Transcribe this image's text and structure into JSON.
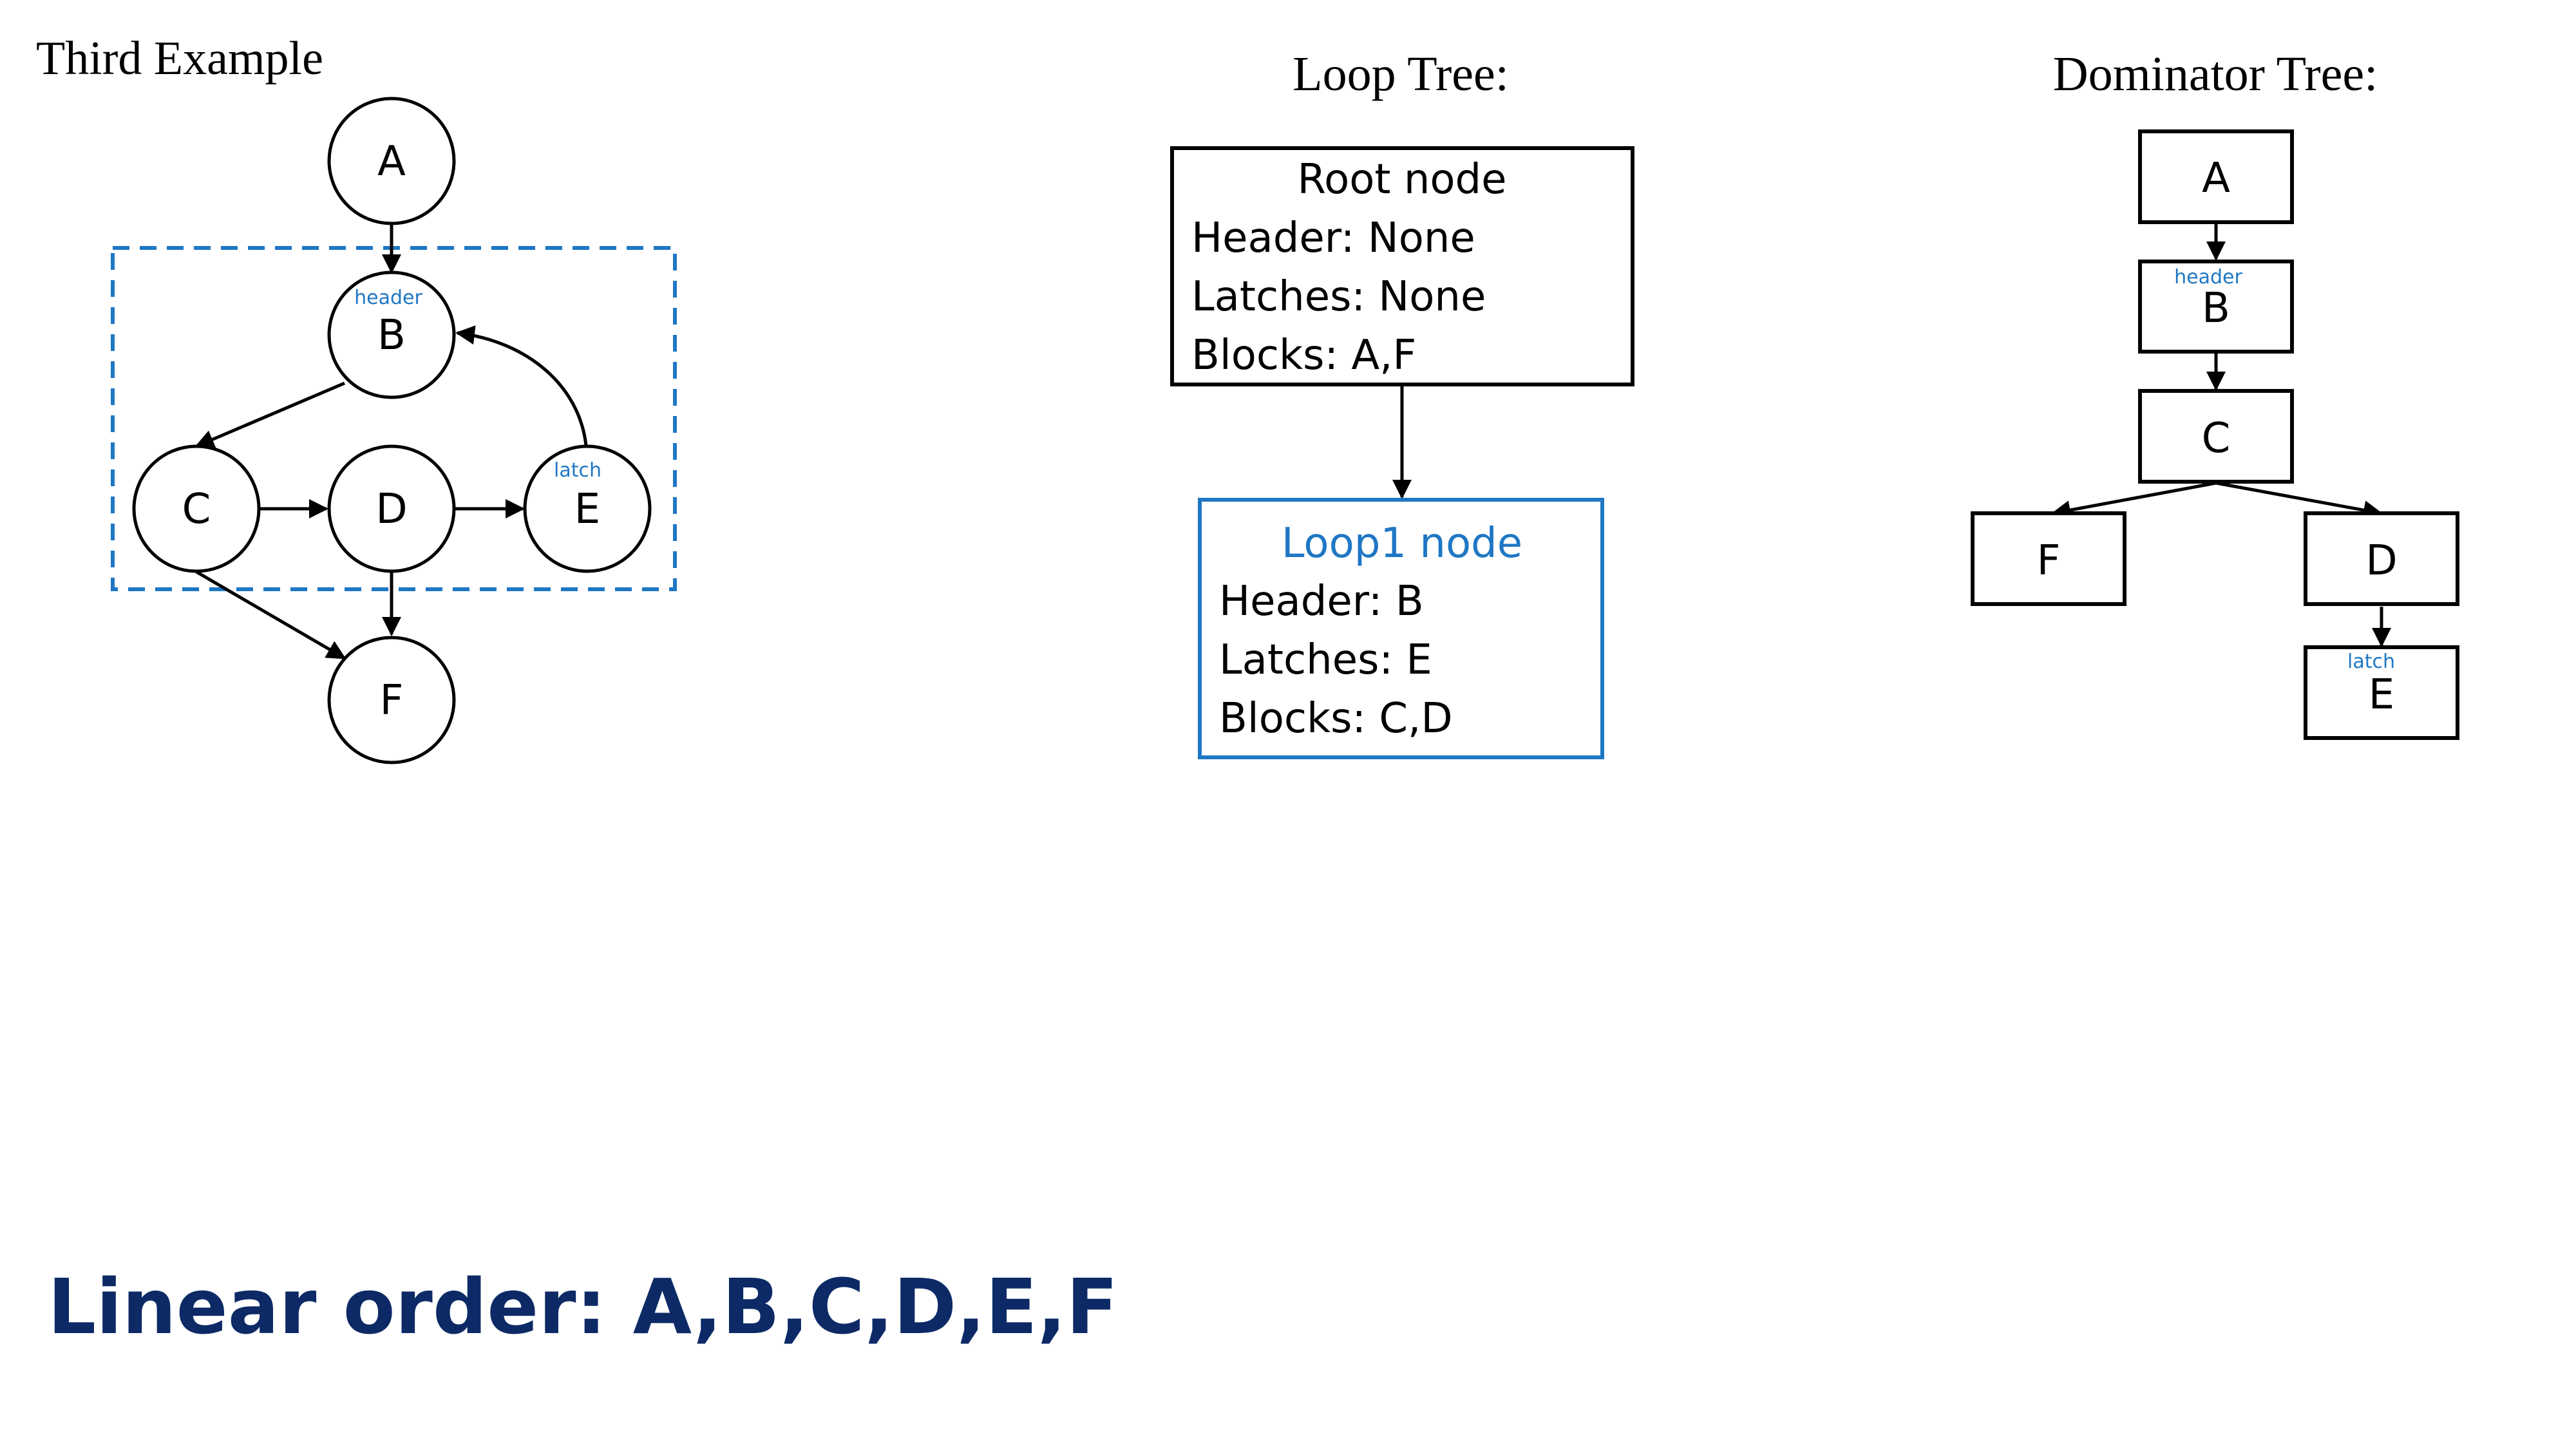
{
  "graph": {
    "title": "Third Example",
    "nodes": {
      "a": "A",
      "b": "B",
      "c": "C",
      "d": "D",
      "e": "E",
      "f": "F"
    },
    "header_tag": "header",
    "latch_tag": "latch"
  },
  "loop_tree": {
    "title": "Loop Tree:",
    "root": {
      "title": "Root node",
      "lines": [
        "Header: None",
        "Latches: None",
        "Blocks: A,F"
      ]
    },
    "loop1": {
      "title": "Loop1 node",
      "lines": [
        "Header: B",
        "Latches: E",
        "Blocks: C,D"
      ]
    }
  },
  "dominator_tree": {
    "title": "Dominator Tree:",
    "nodes": {
      "a": "A",
      "b": "B",
      "c": "C",
      "f": "F",
      "d": "D",
      "e": "E"
    },
    "header_tag": "header",
    "latch_tag": "latch"
  },
  "footer": {
    "linear_order": "Linear order: A,B,C,D,E,F"
  },
  "colors": {
    "accent": "#1f77c4",
    "footer": "#0d2a66",
    "stroke": "#000000"
  }
}
